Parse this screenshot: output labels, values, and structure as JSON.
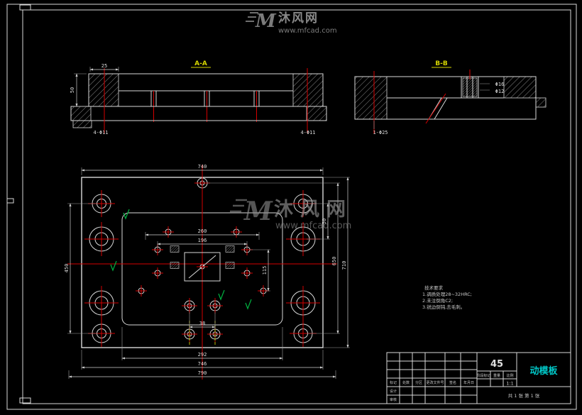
{
  "drawing": {
    "background": "#000000",
    "line_color": "#d9d9d9",
    "centerline_color": "#d40000",
    "finish_mark_color": "#00b140",
    "section_label_color": "#d6d600",
    "part_name_color": "#00c8c8"
  },
  "watermark": {
    "logo_letter": "M",
    "brand": "沐风网",
    "url": "www.mfcad.com"
  },
  "sections": {
    "left": {
      "label": "A-A",
      "dim_height": "50",
      "dim_top": "25",
      "dim_holes_left": "4-Φ11",
      "dim_holes_right": "4-Φ11"
    },
    "right": {
      "label": "B-B",
      "dim_d1": "Φ16",
      "dim_d2": "Φ12",
      "dim_hole": "1-Φ25"
    }
  },
  "plan": {
    "dim_top": "740",
    "dim_bottom_1": "292",
    "dim_bottom_2": "746",
    "dim_bottom_3": "790",
    "dim_left": "450",
    "dim_right_1": "50",
    "dim_right_2": "650",
    "dim_right_3": "710",
    "dim_inner_h1": "260",
    "dim_inner_h2": "196",
    "dim_inner_v1": "115",
    "dim_pin_span": "38"
  },
  "notes": {
    "line1": "技术要求",
    "line2": "1.调质处理28~32HRC;",
    "line3": "2.未注倒角C2;",
    "line4": "3.锐边倒钝,去毛刺。"
  },
  "title_block": {
    "material": "45",
    "part_name": "动模板",
    "col_mark": "标记",
    "col_count": "处数",
    "col_zone": "分区",
    "col_change": "更改文件号",
    "col_sign": "签名",
    "col_date": "年月日",
    "row_design": "设计",
    "row_check": "审核",
    "stage_label": "阶段标记",
    "weight_label": "重量",
    "scale_label": "比例",
    "scale_value": "1:1",
    "sheet_info": "共 1 张 第 1 张"
  }
}
